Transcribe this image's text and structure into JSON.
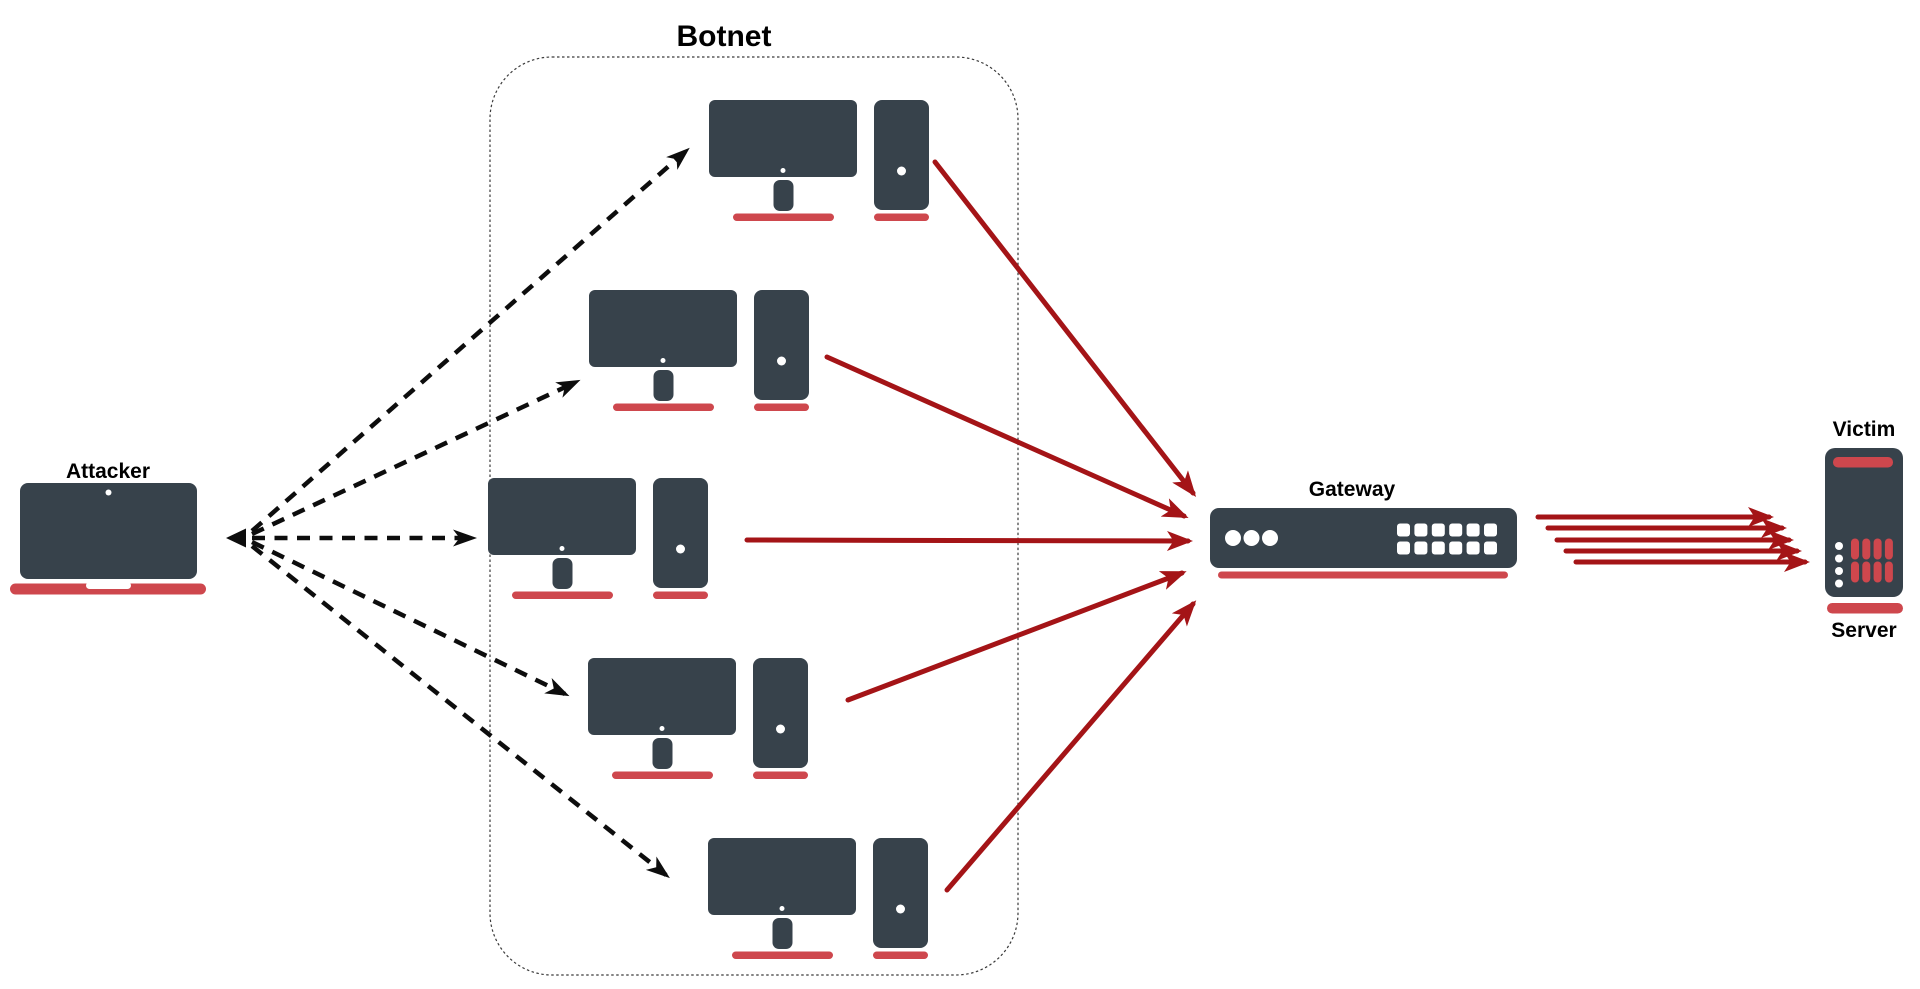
{
  "diagram": {
    "kind": "ddos-botnet-attack-diagram",
    "labels": {
      "attacker": "Attacker",
      "botnet": "Botnet",
      "gateway": "Gateway",
      "victim": "Victim",
      "server": "Server"
    },
    "botnet": {
      "bot_count": 5,
      "bot_icon": "desktop-workstation-icon"
    },
    "icons": {
      "attacker": "laptop-icon",
      "gateway": "router-switch-icon",
      "victim": "server-tower-icon"
    },
    "colors": {
      "device_body": "#37424B",
      "device_accent_red": "#CE474D",
      "attack_arrow_red": "#A41417",
      "command_arrow_black": "#0D0D0D",
      "botnet_border": "#3B3B3B",
      "background": "#FFFFFF"
    },
    "edges": {
      "attacker_to_bots": {
        "style": "dashed",
        "color": "#0D0D0D",
        "count": 5,
        "meaning": "command channel from attacker to each bot"
      },
      "bots_to_gateway": {
        "style": "solid",
        "color": "#A41417",
        "count": 5,
        "meaning": "attack traffic from each bot to gateway"
      },
      "gateway_to_server": {
        "style": "solid",
        "color": "#A41417",
        "count": 5,
        "meaning": "flood of traffic from gateway to victim server"
      }
    }
  }
}
